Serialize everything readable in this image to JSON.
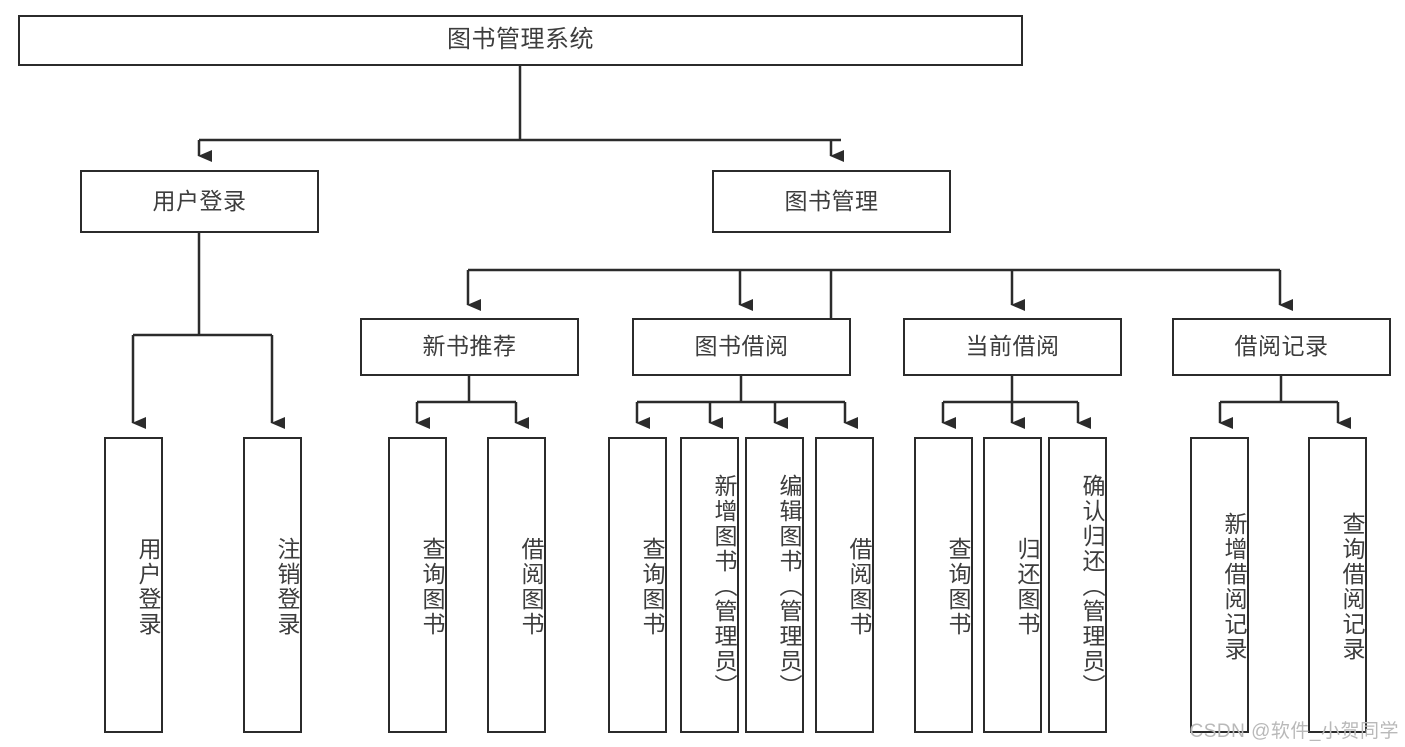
{
  "diagram": {
    "title": "图书管理系统",
    "type": "tree",
    "watermark": "CSDN @软件_小贺同学",
    "colors": {
      "stroke": "#2b2b2b",
      "text": "#3d3d3d",
      "background": "#ffffff",
      "watermark": "#b9b9b9"
    },
    "nodes": {
      "root": {
        "label": "图书管理系统"
      },
      "level2": [
        {
          "label": "用户登录"
        },
        {
          "label": "图书管理"
        }
      ],
      "level3": [
        {
          "label": "新书推荐"
        },
        {
          "label": "图书借阅"
        },
        {
          "label": "当前借阅"
        },
        {
          "label": "借阅记录"
        }
      ],
      "leaves": {
        "user_login": [
          {
            "label": "用户登录"
          },
          {
            "label": "注销登录"
          }
        ],
        "new_books": [
          {
            "label": "查询图书"
          },
          {
            "label": "借阅图书"
          }
        ],
        "book_borrow": [
          {
            "label": "查询图书"
          },
          {
            "label": "新增图书（管理员）"
          },
          {
            "label": "编辑图书（管理员）"
          },
          {
            "label": "借阅图书"
          }
        ],
        "current_borrow": [
          {
            "label": "查询图书"
          },
          {
            "label": "归还图书"
          },
          {
            "label": "确认归还（管理员）"
          }
        ],
        "borrow_records": [
          {
            "label": "新增借阅记录"
          },
          {
            "label": "查询借阅记录"
          }
        ]
      }
    }
  }
}
